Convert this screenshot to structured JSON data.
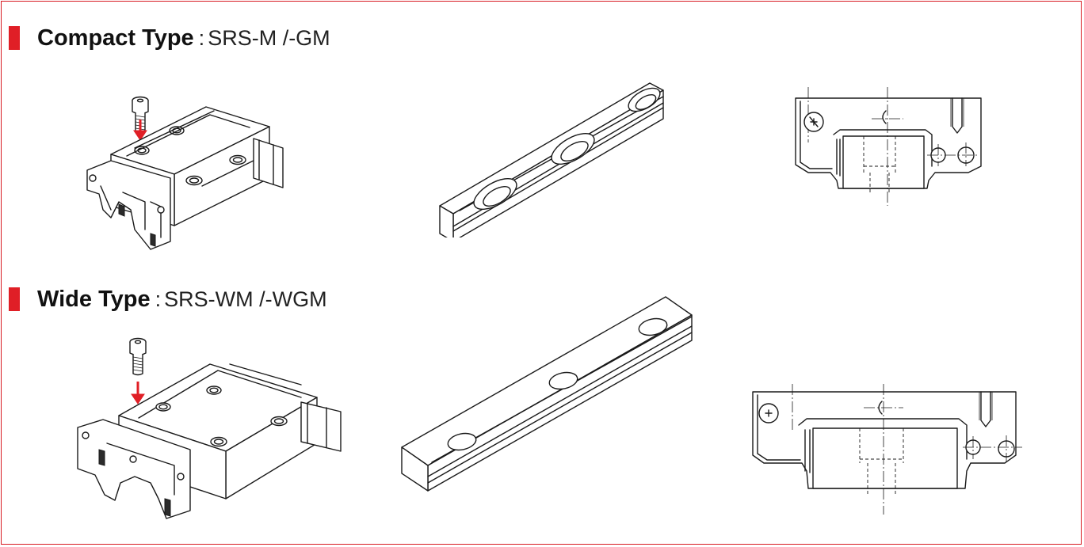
{
  "sections": [
    {
      "title_bold": "Compact Type",
      "separator": ":",
      "model": "SRS-M /-GM"
    },
    {
      "title_bold": "Wide Type",
      "separator": ":",
      "model": "SRS-WM /-WGM"
    }
  ],
  "colors": {
    "accent": "#e01f26",
    "frame_border": "#d71a21",
    "line": "#1a1a1a"
  }
}
